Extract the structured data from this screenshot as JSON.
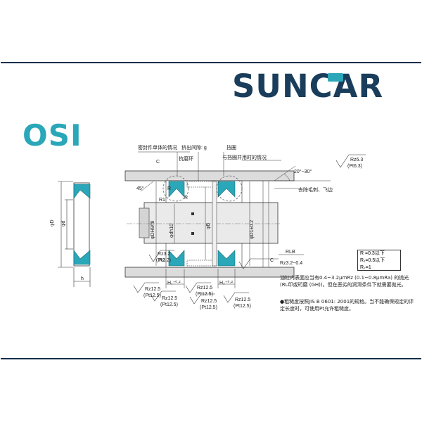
{
  "brand": {
    "name_part1": "SUN",
    "name_part2": "CAR"
  },
  "product": {
    "code": "OSI"
  },
  "labels": {
    "seal_single": "密封件单体的情况",
    "extrusion_gap": "挤出间隙: g",
    "wear_ring": "抗磨环",
    "retainer": "挡圈",
    "with_retainer": "与挡圈并用时的情况",
    "deburr": "去除毛刺、飞边",
    "angle": "20°~30°",
    "angle45": "45°",
    "C": "C",
    "R": "R",
    "R1": "R1",
    "R2": "R2",
    "Rz63": "Rz6.3",
    "Pt63": "(Pt6.3)",
    "Rz32": "Rz3.2",
    "Pt32": "(Pt3.2)",
    "Rz125a": "Rz12.5",
    "Pt125a": "(Pt12.5)",
    "Rz125b": "Rz12.5",
    "Pt125b": "(Pt12.5)",
    "Rz125c": "Rz12.5",
    "Pt125c": "(Pt12.5)",
    "Rz125d": "Rz12.5",
    "Pt125d": "(Pt12.5)",
    "Rz125e": "Rz12.5",
    "Pt125e": "(Pt12.5)",
    "RLB": "RLB",
    "Rz3204": "Rz3.2~0.4",
    "phiD": "φD",
    "phid": "φd",
    "h": "h",
    "phiDH9f8": "φDH9/f8",
    "phidh10": "φdh10",
    "phiB": "φB",
    "phiD1": "φD1±0.2",
    "H1": "H₁⁺⁰·²",
    "H2": "H₂⁺⁰·²"
  },
  "rbox": {
    "l1": "R =0.3以下",
    "l2": "R₁=0.5以下",
    "l3": "R₂=1"
  },
  "note1": "油缸内表面应当有0.4~3.2μmRz (0.1~0.8μmRa) 的抛光 (RL印或珩磨 (GH))。但在恶劣的润滑条件下就需要抛光。",
  "note2": "●粗糙度按照JIS B 0601: 2001的规格。当不能确保规定的评定长度时，可使用Pt允许粗糙度。",
  "colors": {
    "accent": "#2aa7b8",
    "brand": "#1a3d5c"
  }
}
